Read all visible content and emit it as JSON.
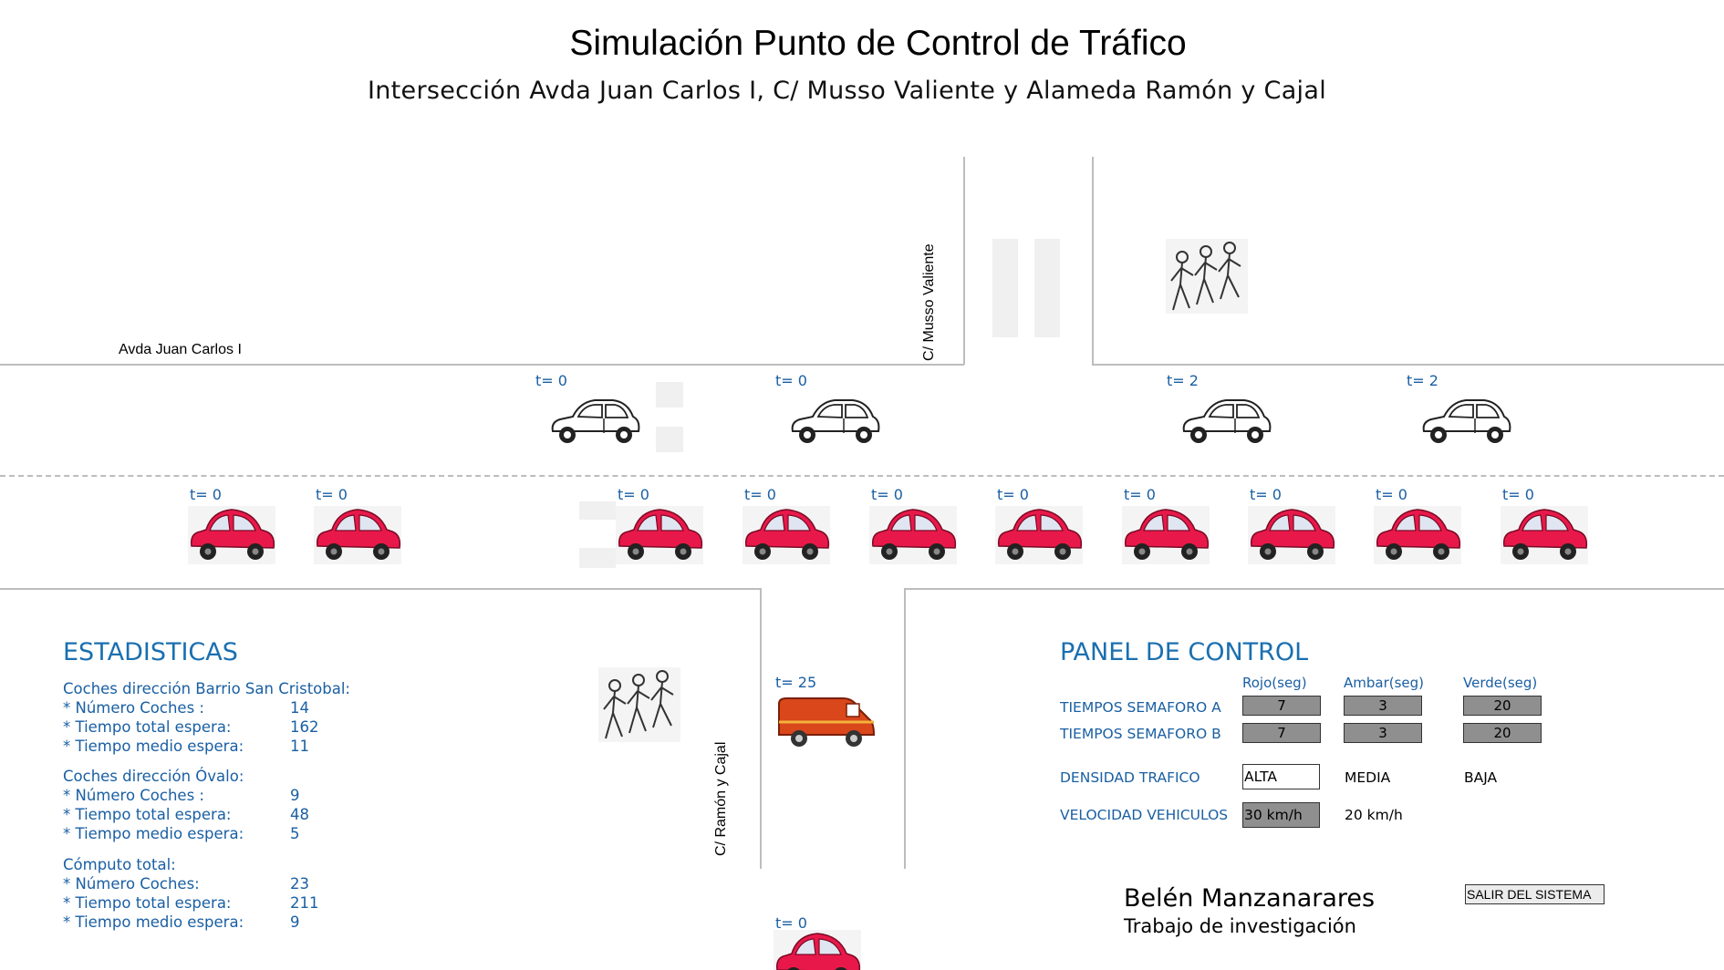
{
  "header": {
    "title": "Simulación Punto de Control de Tráfico",
    "subtitle": "Intersección Avda Juan Carlos I, C/ Musso Valiente y Alameda Ramón y Cajal"
  },
  "streets": {
    "avenue": "Avda Juan Carlos I",
    "north": "C/ Musso Valiente",
    "south": "C/ Ramón y Cajal"
  },
  "colors": {
    "accent_blue": "#1a6fb0",
    "red_car": "#e8194a",
    "van": "#d9471b"
  },
  "vehicles": {
    "upper_lane": [
      {
        "label": "t= 0",
        "icon": "white-car-icon"
      },
      {
        "label": "t= 0",
        "icon": "white-car-icon"
      },
      {
        "label": "t= 2",
        "icon": "white-car-icon"
      },
      {
        "label": "t= 2",
        "icon": "white-car-icon"
      }
    ],
    "lower_lane": [
      {
        "label": "t= 0",
        "icon": "red-car-icon"
      },
      {
        "label": "t= 0",
        "icon": "red-car-icon"
      },
      {
        "label": "t= 0",
        "icon": "red-car-icon"
      },
      {
        "label": "t= 0",
        "icon": "red-car-icon"
      },
      {
        "label": "t= 0",
        "icon": "red-car-icon"
      },
      {
        "label": "t= 0",
        "icon": "red-car-icon"
      },
      {
        "label": "t= 0",
        "icon": "red-car-icon"
      },
      {
        "label": "t= 0",
        "icon": "red-car-icon"
      },
      {
        "label": "t= 0",
        "icon": "red-car-icon"
      },
      {
        "label": "t= 0",
        "icon": "red-car-icon"
      }
    ],
    "south_street": [
      {
        "label": "t= 25",
        "icon": "van-icon"
      },
      {
        "label": "t= 0",
        "icon": "red-car-icon"
      }
    ]
  },
  "stats": {
    "title": "ESTADISTICAS",
    "groups": [
      {
        "heading": "Coches dirección Barrio San Cristobal:",
        "rows": [
          {
            "label": "* Número Coches :",
            "value": "14"
          },
          {
            "label": "* Tiempo total espera:",
            "value": "162"
          },
          {
            "label": "* Tiempo medio espera:",
            "value": "11"
          }
        ]
      },
      {
        "heading": "Coches dirección Óvalo:",
        "rows": [
          {
            "label": "* Número Coches :",
            "value": "9"
          },
          {
            "label": "* Tiempo total espera:",
            "value": "48"
          },
          {
            "label": "* Tiempo medio espera:",
            "value": "5"
          }
        ]
      },
      {
        "heading": "Cómputo total:",
        "rows": [
          {
            "label": "* Número Coches:",
            "value": "23"
          },
          {
            "label": "* Tiempo total espera:",
            "value": "211"
          },
          {
            "label": "* Tiempo medio espera:",
            "value": "9"
          }
        ]
      }
    ]
  },
  "control": {
    "title": "PANEL DE CONTROL",
    "headers": [
      "Rojo(seg)",
      "Ambar(seg)",
      "Verde(seg)"
    ],
    "semaforo_a": {
      "label": "TIEMPOS SEMAFORO A",
      "values": [
        "7",
        "3",
        "20"
      ]
    },
    "semaforo_b": {
      "label": "TIEMPOS SEMAFORO B",
      "values": [
        "7",
        "3",
        "20"
      ]
    },
    "densidad": {
      "label": "DENSIDAD TRAFICO",
      "options": [
        "ALTA",
        "MEDIA",
        "BAJA"
      ],
      "selected": "ALTA"
    },
    "velocidad": {
      "label": "VELOCIDAD VEHICULOS",
      "options": [
        "30 km/h",
        "20 km/h"
      ],
      "selected": "30 km/h"
    }
  },
  "footer": {
    "author": "Belén Manzanarares",
    "project": "Trabajo de investigación",
    "exit_button": "SALIR DEL SISTEMA"
  }
}
